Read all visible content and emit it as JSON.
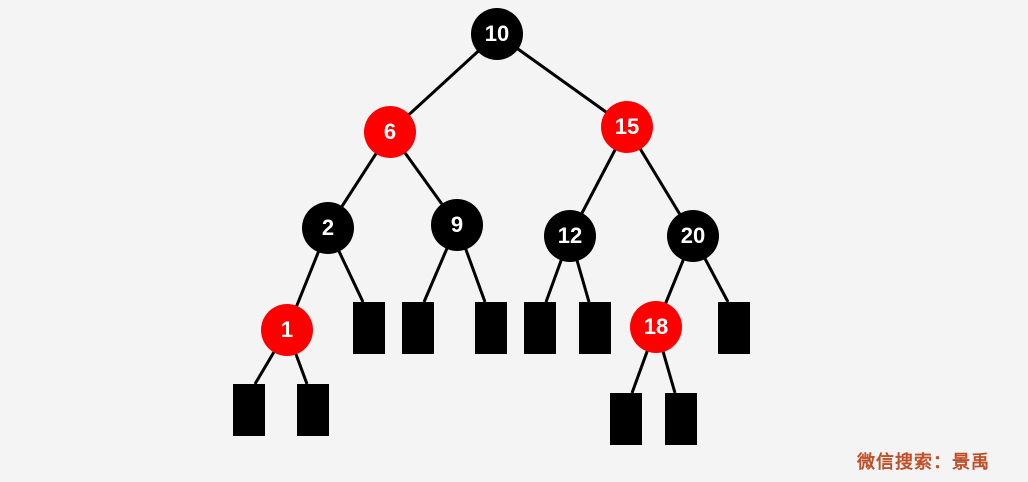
{
  "diagram": {
    "colors": {
      "red": "#ff0000",
      "black": "#000000",
      "edge": "#000000",
      "label": "#ffffff",
      "watermark": "#c0502a"
    },
    "nodes": [
      {
        "id": "n10",
        "label": "10",
        "color": "black"
      },
      {
        "id": "n6",
        "label": "6",
        "color": "red"
      },
      {
        "id": "n15",
        "label": "15",
        "color": "red"
      },
      {
        "id": "n2",
        "label": "2",
        "color": "black"
      },
      {
        "id": "n9",
        "label": "9",
        "color": "black"
      },
      {
        "id": "n12",
        "label": "12",
        "color": "black"
      },
      {
        "id": "n20",
        "label": "20",
        "color": "black"
      },
      {
        "id": "n1",
        "label": "1",
        "color": "red"
      },
      {
        "id": "n18",
        "label": "18",
        "color": "red"
      }
    ],
    "nil_leaves": [
      {
        "id": "nil-1-left",
        "parent": "n1"
      },
      {
        "id": "nil-1-right",
        "parent": "n1"
      },
      {
        "id": "nil-2-right",
        "parent": "n2"
      },
      {
        "id": "nil-9-left",
        "parent": "n9"
      },
      {
        "id": "nil-9-right",
        "parent": "n9"
      },
      {
        "id": "nil-12-left",
        "parent": "n12"
      },
      {
        "id": "nil-12-right",
        "parent": "n12"
      },
      {
        "id": "nil-18-left",
        "parent": "n18"
      },
      {
        "id": "nil-18-right",
        "parent": "n18"
      },
      {
        "id": "nil-20-right",
        "parent": "n20"
      }
    ],
    "edges": [
      {
        "from": "n10",
        "to": "n6"
      },
      {
        "from": "n10",
        "to": "n15"
      },
      {
        "from": "n6",
        "to": "n2"
      },
      {
        "from": "n6",
        "to": "n9"
      },
      {
        "from": "n15",
        "to": "n12"
      },
      {
        "from": "n15",
        "to": "n20"
      },
      {
        "from": "n2",
        "to": "n1"
      },
      {
        "from": "n2",
        "to": "nil-2-right"
      },
      {
        "from": "n9",
        "to": "nil-9-left"
      },
      {
        "from": "n9",
        "to": "nil-9-right"
      },
      {
        "from": "n12",
        "to": "nil-12-left"
      },
      {
        "from": "n12",
        "to": "nil-12-right"
      },
      {
        "from": "n20",
        "to": "n18"
      },
      {
        "from": "n20",
        "to": "nil-20-right"
      },
      {
        "from": "n1",
        "to": "nil-1-left"
      },
      {
        "from": "n1",
        "to": "nil-1-right"
      },
      {
        "from": "n18",
        "to": "nil-18-left"
      },
      {
        "from": "n18",
        "to": "nil-18-right"
      }
    ]
  },
  "watermark": {
    "text": "微信搜索：景禹"
  }
}
